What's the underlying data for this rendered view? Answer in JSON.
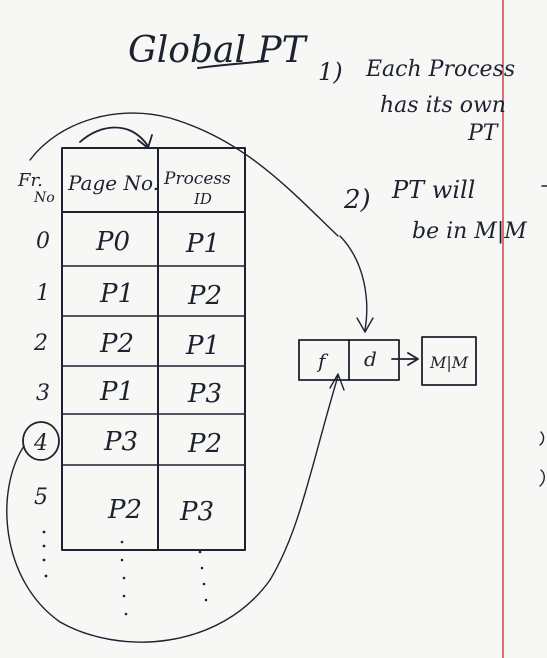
{
  "title": "Global PT",
  "notes": [
    {
      "num": "1)",
      "lines": [
        "Each Process",
        "has its own",
        "PT"
      ]
    },
    {
      "num": "2)",
      "lines": [
        "PT will",
        "be in M|M"
      ]
    }
  ],
  "table": {
    "headers": {
      "frame": [
        "Fr.",
        "No"
      ],
      "page": "Page No.",
      "process": [
        "Process",
        "ID"
      ]
    },
    "rows": [
      {
        "frame": "0",
        "page": "P0",
        "process": "P1"
      },
      {
        "frame": "1",
        "page": "P1",
        "process": "P2"
      },
      {
        "frame": "2",
        "page": "P2",
        "process": "P1"
      },
      {
        "frame": "3",
        "page": "P1",
        "process": "P3"
      },
      {
        "frame": "4",
        "page": "P3",
        "process": "P2"
      },
      {
        "frame": "5",
        "page": "P2",
        "process": "P3"
      }
    ]
  },
  "address": {
    "f": "f",
    "d": "d"
  },
  "memory": "M|M",
  "colors": {
    "ink": "#1d2230",
    "margin": "#c84a4a",
    "board": "#f7f7f5"
  }
}
